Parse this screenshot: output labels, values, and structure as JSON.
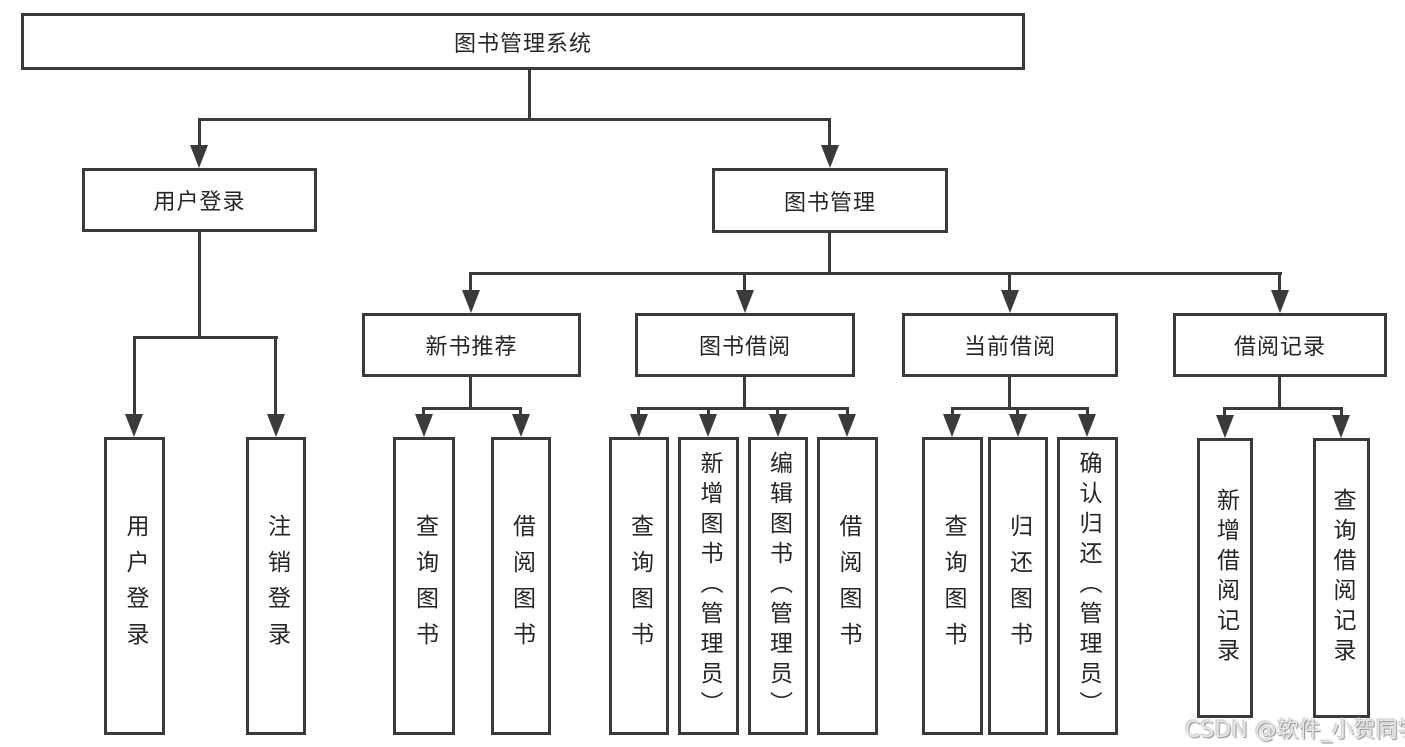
{
  "diagram": {
    "title": "图书管理系统",
    "nodes": {
      "root": "图书管理系统",
      "user_login": "用户登录",
      "book_mgmt": "图书管理",
      "new_book_rec": "新书推荐",
      "book_borrow": "图书借阅",
      "current_borrow": "当前借阅",
      "borrow_record": "借阅记录",
      "leaf_user_login": "用户登录",
      "leaf_logout": "注销登录",
      "leaf_query_book_rec": "查询图书",
      "leaf_borrow_book_rec": "借阅图书",
      "leaf_query_book_borrow": "查询图书",
      "leaf_add_book": "新增图书（管理员）",
      "leaf_edit_book": "编辑图书（管理员）",
      "leaf_borrow_book_borrow": "借阅图书",
      "leaf_query_book_current": "查询图书",
      "leaf_return_book": "归还图书",
      "leaf_confirm_return": "确认归还（管理员）",
      "leaf_add_borrow_record": "新增借阅记录",
      "leaf_query_borrow_record": "查询借阅记录"
    },
    "hierarchy": {
      "图书管理系统": {
        "用户登录": [
          "用户登录",
          "注销登录"
        ],
        "图书管理": {
          "新书推荐": [
            "查询图书",
            "借阅图书"
          ],
          "图书借阅": [
            "查询图书",
            "新增图书（管理员）",
            "编辑图书（管理员）",
            "借阅图书"
          ],
          "当前借阅": [
            "查询图书",
            "归还图书",
            "确认归还（管理员）"
          ],
          "借阅记录": [
            "新增借阅记录",
            "查询借阅记录"
          ]
        }
      }
    },
    "colors": {
      "line": "#3a3a3a",
      "text": "#262626",
      "background": "#ffffff"
    }
  },
  "watermark": {
    "text": "CSDN @软件_小贺同学"
  }
}
